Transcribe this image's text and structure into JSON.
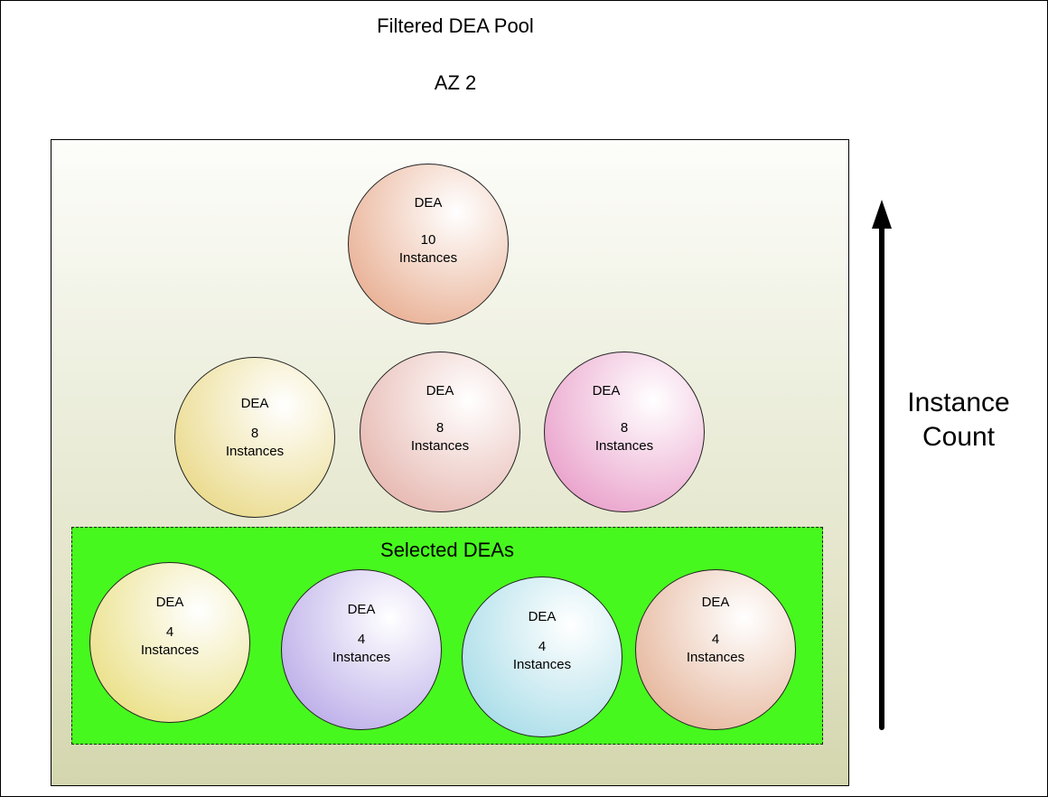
{
  "diagram": {
    "title": "Filtered DEA Pool",
    "subtitle": "AZ 2",
    "axis_label": "Instance Count",
    "selected_group_label": "Selected DEAs",
    "selected_group_color": "#47f81e",
    "deas": [
      {
        "id": "top",
        "name": "DEA",
        "count": "10",
        "unit": "Instances",
        "color": "#e0916a",
        "selected": false
      },
      {
        "id": "mid-1",
        "name": "DEA",
        "count": "8",
        "unit": "Instances",
        "color": "#e2cc5e",
        "selected": false
      },
      {
        "id": "mid-2",
        "name": "DEA",
        "count": "8",
        "unit": "Instances",
        "color": "#dd9c92",
        "selected": false
      },
      {
        "id": "mid-3",
        "name": "DEA",
        "count": "8",
        "unit": "Instances",
        "color": "#e17cb6",
        "selected": false
      },
      {
        "id": "sel-1",
        "name": "DEA",
        "count": "4",
        "unit": "Instances",
        "color": "#e2d458",
        "selected": true
      },
      {
        "id": "sel-2",
        "name": "DEA",
        "count": "4",
        "unit": "Instances",
        "color": "#a28ee0",
        "selected": true
      },
      {
        "id": "sel-3",
        "name": "DEA",
        "count": "4",
        "unit": "Instances",
        "color": "#88d0e0",
        "selected": true
      },
      {
        "id": "sel-4",
        "name": "DEA",
        "count": "4",
        "unit": "Instances",
        "color": "#dc9a76",
        "selected": true
      }
    ]
  }
}
